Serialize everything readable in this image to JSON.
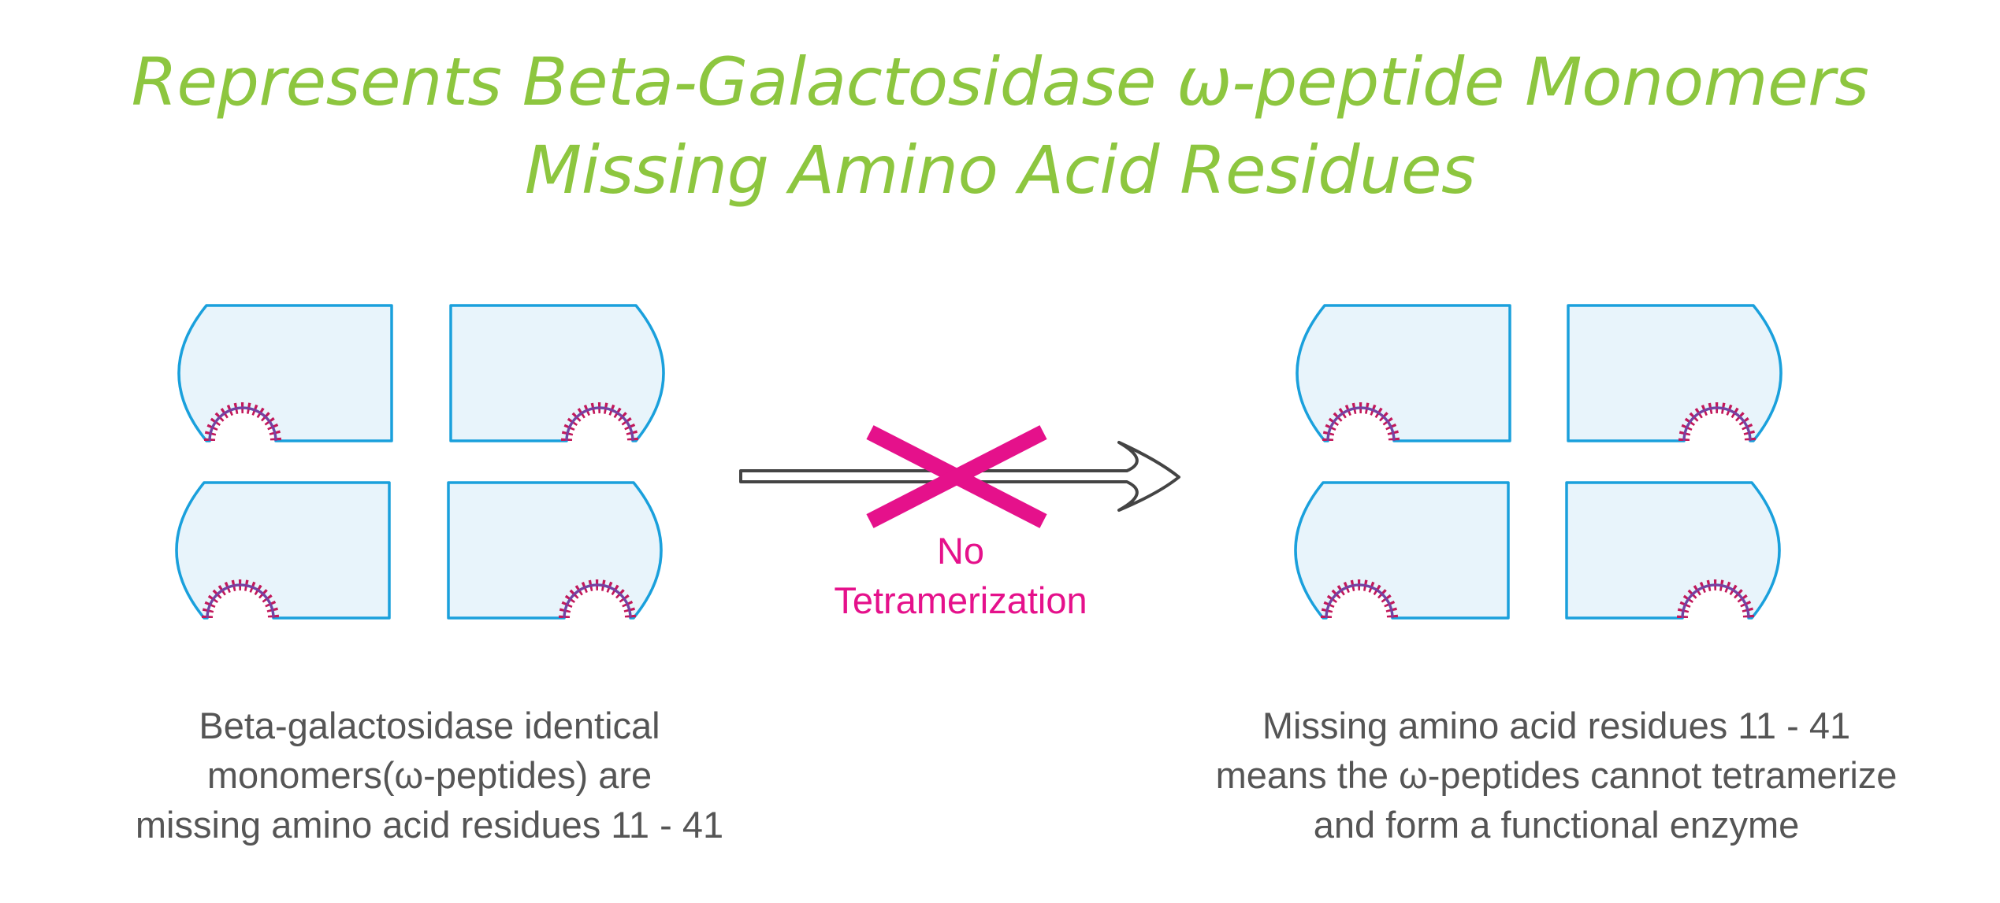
{
  "title": {
    "line1": "Represents Beta-Galactosidase ω-peptide Monomers",
    "line2": "Missing Amino Acid Residues"
  },
  "arrow_label": {
    "line1": "No",
    "line2": "Tetramerization"
  },
  "caption_left": {
    "line1": "Beta-galactosidase identical",
    "line2": "monomers(ω-peptides) are",
    "line3": "missing amino acid residues 11 - 41"
  },
  "caption_right": {
    "line1": "Missing amino acid residues 11 - 41",
    "line2": "means the ω-peptides cannot tetramerize",
    "line3": "and form a functional enzyme"
  },
  "colors": {
    "title": "#8dc63f",
    "monomer_stroke": "#1aa0dc",
    "monomer_fill": "#e8f4fb",
    "residue_fringe": "#c2185b",
    "residue_arc": "#7b3fa0",
    "cross": "#e5118b",
    "arrow_stroke": "#444444",
    "caption": "#555555"
  }
}
